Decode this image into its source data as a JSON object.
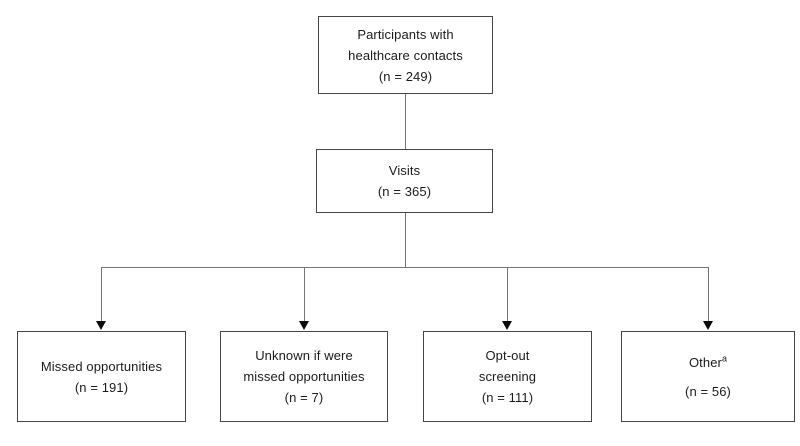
{
  "diagram": {
    "type": "flowchart",
    "background_color": "#ffffff",
    "box_border_color": "#454545",
    "connector_color": "#757575",
    "arrow_color": "#0a0a0a",
    "text_color": "#1b1b1b",
    "nodes": {
      "participants": {
        "line1": "Participants with",
        "line2": "healthcare contacts",
        "line3": "(n = 249)"
      },
      "visits": {
        "line1": "Visits",
        "line2": "(n = 365)"
      },
      "missed": {
        "line1": "Missed opportunities",
        "line2": "(n = 191)"
      },
      "unknown": {
        "line1": "Unknown if were",
        "line2": "missed opportunities",
        "line3": "(n = 7)"
      },
      "optout": {
        "line1": "Opt-out",
        "line2": "screening",
        "line3": "(n = 111)"
      },
      "other": {
        "label": "Other",
        "superscript": "a",
        "count": "(n = 56)"
      }
    },
    "edges": [
      {
        "from": "participants",
        "to": "visits",
        "arrow": false
      },
      {
        "from": "visits",
        "to": "missed",
        "arrow": true
      },
      {
        "from": "visits",
        "to": "unknown",
        "arrow": true
      },
      {
        "from": "visits",
        "to": "optout",
        "arrow": true
      },
      {
        "from": "visits",
        "to": "other",
        "arrow": true
      }
    ]
  }
}
